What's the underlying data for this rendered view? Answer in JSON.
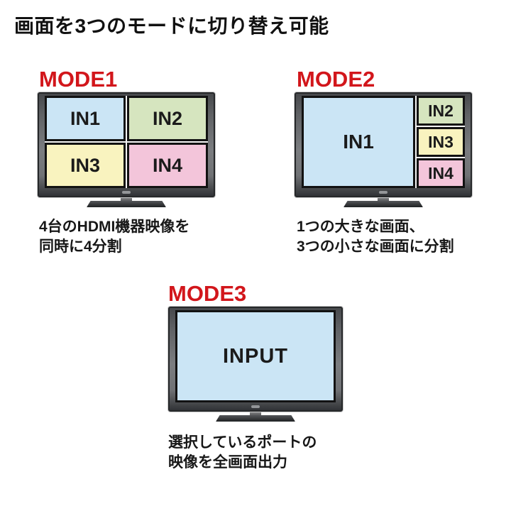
{
  "title": "画面を3つのモードに切り替え可能",
  "colors": {
    "accent_red": "#d2161b",
    "screen_blue": "#cbe5f5",
    "screen_green": "#d6e5bf",
    "screen_yellow": "#f9f3bf",
    "screen_pink": "#f3c5da"
  },
  "modes": [
    {
      "label": "MODE1",
      "caption": [
        "4台のHDMI機器映像を",
        "同時に4分割"
      ],
      "cells": [
        {
          "label": "IN1"
        },
        {
          "label": "IN2"
        },
        {
          "label": "IN3"
        },
        {
          "label": "IN4"
        }
      ]
    },
    {
      "label": "MODE2",
      "caption": [
        "1つの大きな画面、",
        "3つの小さな画面に分割"
      ],
      "main_cell": {
        "label": "IN1"
      },
      "side_cells": [
        {
          "label": "IN2"
        },
        {
          "label": "IN3"
        },
        {
          "label": "IN4"
        }
      ]
    },
    {
      "label": "MODE3",
      "caption": [
        "選択しているポートの",
        "映像を全画面出力"
      ],
      "full_cell": {
        "label": "INPUT"
      }
    }
  ]
}
